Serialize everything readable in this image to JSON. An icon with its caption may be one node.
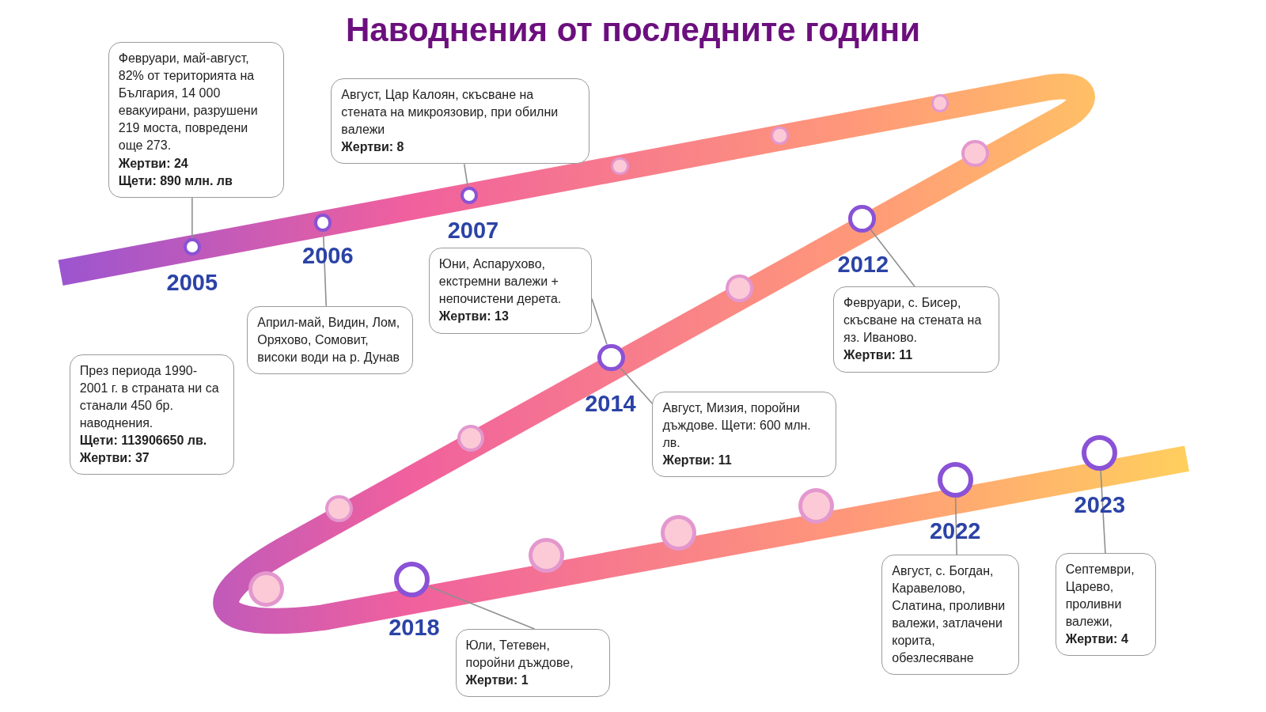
{
  "diagram": {
    "title": "Наводнения от последните години",
    "nodes": [
      {
        "text": [],
        "shape": "circle",
        "beside": [
          "2005"
        ]
      },
      {
        "text": [],
        "shape": "circle",
        "beside": [
          "2006"
        ]
      },
      {
        "text": [],
        "shape": "circle",
        "beside": [
          "2007"
        ]
      },
      {
        "text": [],
        "shape": "circle"
      },
      {
        "text": [],
        "shape": "circle"
      },
      {
        "text": [],
        "shape": "circle"
      },
      {
        "text": [],
        "shape": "circle"
      },
      {
        "text": [],
        "shape": "circle",
        "beside": [
          "2012"
        ]
      },
      {
        "text": [],
        "shape": "circle"
      },
      {
        "text": [],
        "shape": "circle",
        "beside": [
          "2014"
        ]
      },
      {
        "text": [],
        "shape": "circle"
      },
      {
        "text": [],
        "shape": "circle"
      },
      {
        "text": [],
        "shape": "circle"
      },
      {
        "text": [],
        "shape": "circle",
        "beside": [
          "2018"
        ]
      },
      {
        "text": [],
        "shape": "circle"
      },
      {
        "text": [],
        "shape": "circle"
      },
      {
        "text": [],
        "shape": "circle"
      },
      {
        "text": [],
        "shape": "circle",
        "beside": [
          "2022"
        ]
      },
      {
        "text": [],
        "shape": "circle",
        "beside": [
          "2023"
        ]
      },
      {
        "text": [
          "Февруари, май-август, 82% от територията на България, 14 000 евакуирани, разрушени 219 моста, повредени още 273. **Жертви: 24** **Щети: 890 млн. лв**"
        ]
      },
      {
        "text": [
          "Август, Цар Калоян, скъсване на стената на микроязовир, при обилни валежи **Жертви: 8**"
        ]
      },
      {
        "text": [
          "Април-май, Видин, Лом, Оряхово, Сомовит, високи води на р. Дунав"
        ]
      },
      {
        "text": [
          "Юни, Аспарухово, екстремни валежи + непочистени дерета. **Жертви: 13**"
        ]
      },
      {
        "text": [
          "Февруари, с. Бисер, скъсване на стената на яз. Иваново. **Жертви: 11**"
        ]
      },
      {
        "text": [
          "През периода 1990-2001 г. в страната ни са станали 450 бр. наводнения. **Щети: 113906650 лв.** **Жертви: 37**"
        ]
      },
      {
        "text": [
          "Август, Мизия, поройни дъждове. Щети: 600 млн. лв. **Жертви: 11**"
        ]
      },
      {
        "text": [
          "Юли, Тетевен, поройни дъждове, **Жертви: 1**"
        ]
      },
      {
        "text": [
          "Август, с. Богдан, Каравелово, Слатина, проливни валежи, затлачени корита, обезлесяване"
        ]
      },
      {
        "text": [
          "Септември, Царево, проливни валежи, **Жертви: 4**"
        ]
      }
    ],
    "edges": [
      {
        "from": 19,
        "to": 0,
        "arrow": "none"
      },
      {
        "from": 20,
        "to": 2,
        "arrow": "none"
      },
      {
        "from": 21,
        "to": 1,
        "arrow": "none"
      },
      {
        "from": 22,
        "to": 9,
        "arrow": "none"
      },
      {
        "from": 25,
        "to": 9,
        "arrow": "none"
      },
      {
        "from": 23,
        "to": 7,
        "arrow": "none"
      },
      {
        "from": 26,
        "to": 13,
        "arrow": "none"
      },
      {
        "from": 27,
        "to": 17,
        "arrow": "none"
      },
      {
        "from": 28,
        "to": 18,
        "arrow": "none"
      }
    ]
  }
}
